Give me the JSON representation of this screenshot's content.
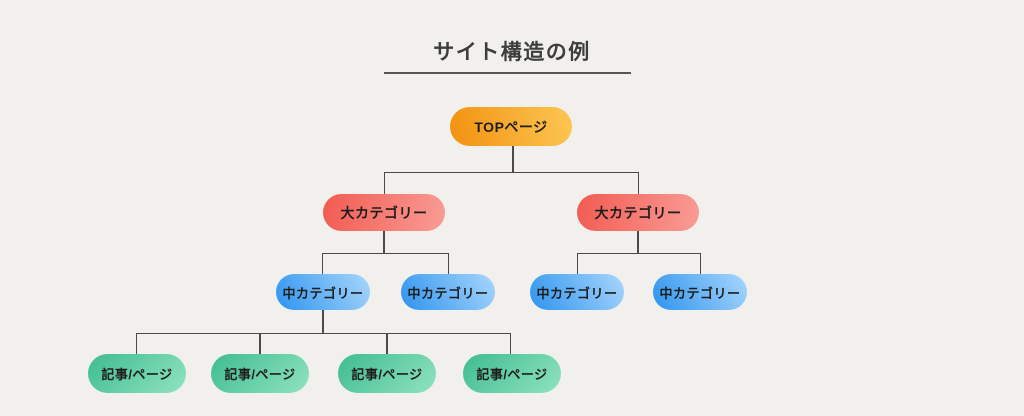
{
  "title": "サイト構造の例",
  "nodes": {
    "top": {
      "label": "TOPページ"
    },
    "large_categories": [
      {
        "label": "大カテゴリー"
      },
      {
        "label": "大カテゴリー"
      }
    ],
    "mid_categories": [
      {
        "label": "中カテゴリー"
      },
      {
        "label": "中カテゴリー"
      },
      {
        "label": "中カテゴリー"
      },
      {
        "label": "中カテゴリー"
      }
    ],
    "pages": [
      {
        "label": "記事/ページ"
      },
      {
        "label": "記事/ページ"
      },
      {
        "label": "記事/ページ"
      },
      {
        "label": "記事/ページ"
      }
    ]
  },
  "colors": {
    "background": "#F2F0ED",
    "line": "#4A4A4A",
    "title_text": "#3D3D3D",
    "divider": "#555555",
    "node_text": "#1E1E1E",
    "top_gradient_start": "#F29110",
    "top_gradient_end": "#FCC753",
    "large_gradient_start": "#F25B51",
    "large_gradient_end": "#F99C96",
    "mid_gradient_start": "#2E94EF",
    "mid_gradient_end": "#A8D6FC",
    "page_gradient_start": "#3FBC8F",
    "page_gradient_end": "#90E3C0"
  }
}
